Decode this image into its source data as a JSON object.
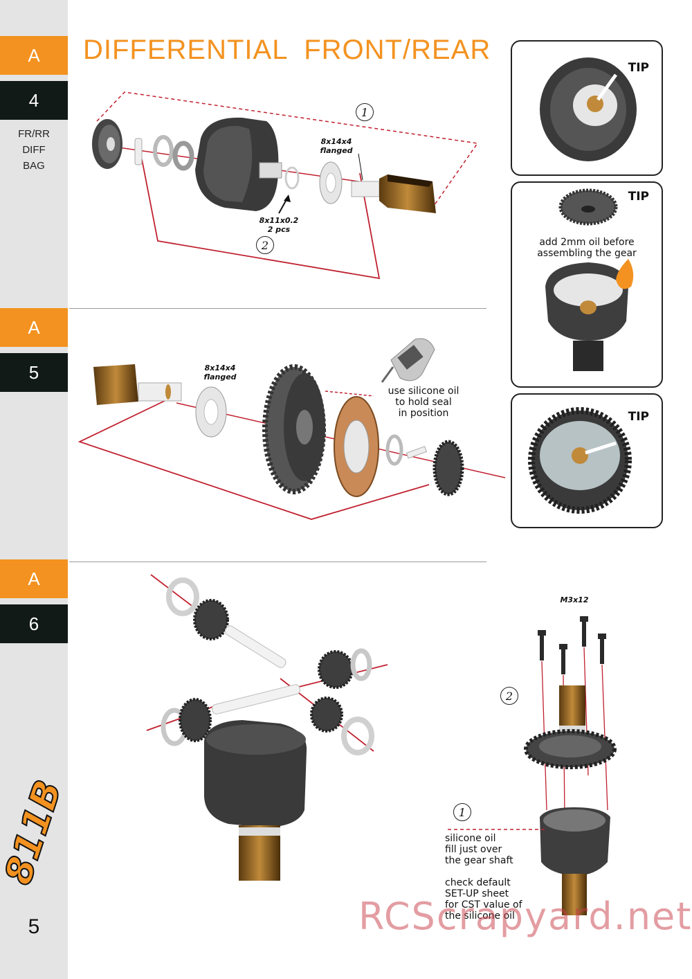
{
  "sidebar": {
    "sections": [
      {
        "letter": "A",
        "number": "4"
      },
      {
        "letter": "A",
        "number": "5"
      },
      {
        "letter": "A",
        "number": "6"
      }
    ],
    "bag_lines": [
      "FR/RR",
      "DIFF",
      "BAG"
    ],
    "logo": "811B",
    "page_number": "5"
  },
  "title": "DIFFERENTIAL  FRONT/REAR",
  "step4": {
    "labels": {
      "bearing": [
        "8x14x4",
        "flanged"
      ],
      "shim": [
        "8x11x0.2",
        "2 pcs"
      ]
    },
    "callouts": [
      "1",
      "2"
    ]
  },
  "step5": {
    "labels": {
      "bearing": [
        "8x14x4",
        "flanged"
      ]
    },
    "note": [
      "use silicone oil",
      "to hold seal",
      "in position"
    ]
  },
  "step6": {
    "screw_label": "M3x12",
    "callouts": [
      "2",
      "1"
    ],
    "note1": [
      "silicone oil",
      "fill just over",
      "the gear shaft"
    ],
    "note2": [
      "check default",
      "SET-UP sheet",
      "for CST value of",
      "the silicone oil"
    ]
  },
  "tips": [
    {
      "label": "TIP"
    },
    {
      "label": "TIP",
      "text": [
        "add 2mm oil before",
        "assembling the gear"
      ]
    },
    {
      "label": "TIP"
    }
  ],
  "watermark": "RCScrapyard.net",
  "colors": {
    "accent": "#f39220",
    "dark": "#111a17",
    "line": "#c0202e"
  }
}
